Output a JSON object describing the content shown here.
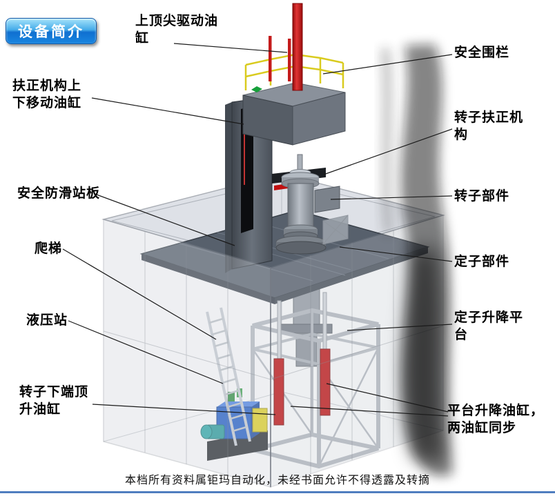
{
  "badge": {
    "label": "设备简介"
  },
  "labels": {
    "top_cylinder": "上顶尖驱动油\n缸",
    "safety_fence": "安全围栏",
    "centering_cylinder": "扶正机构上\n下移动油缸",
    "rotor_centering": "转子扶正机\n构",
    "antislip_board": "安全防滑站板",
    "rotor_part": "转子部件",
    "ladder": "爬梯",
    "stator_part": "定子部件",
    "hydraulic_station": "液压站",
    "stator_platform": "定子升降平\n台",
    "rotor_jack_cylinder": "转子下端顶\n升油缸",
    "platform_cylinders": "平台升降油缸，\n两油缸同步"
  },
  "footer": {
    "watermark": "本档所有资料属钜玛自动化，未经书面允许不得透露及转摘"
  },
  "colors": {
    "badge_blue": "#1a86e0",
    "cylinder_red": "#c41414",
    "rail_yellow": "#d9cb1e",
    "hydraulic_blue": "#1e5bc8",
    "pump_yellow": "#e3d31f",
    "motor_teal": "#249a9a",
    "divider_blue": "#4f7dbf",
    "platform_gray": "#57606c"
  }
}
